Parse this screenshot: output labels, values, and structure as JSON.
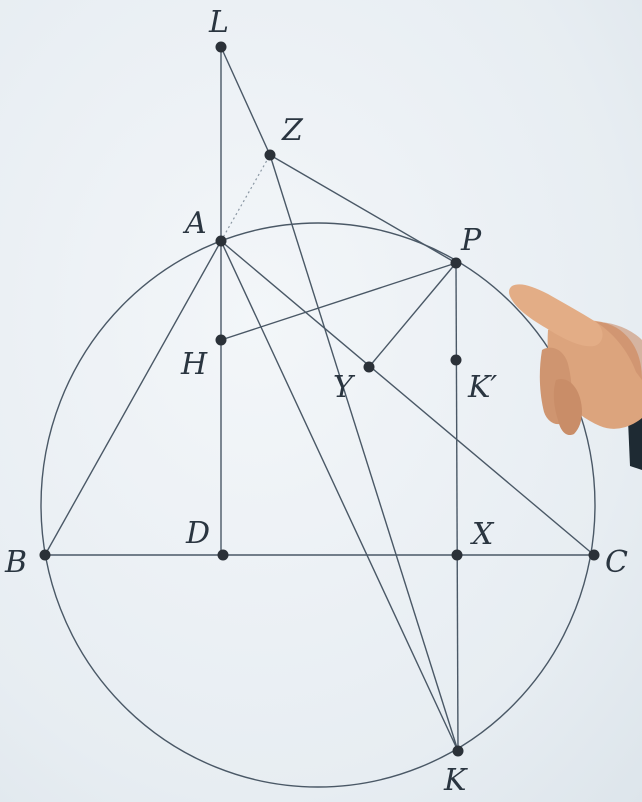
{
  "figure": {
    "points": {
      "L": "L",
      "Z": "Z",
      "A": "A",
      "P": "P",
      "H": "H",
      "Y": "Y",
      "K_prime": "K′",
      "B": "B",
      "D": "D",
      "X": "X",
      "C": "C",
      "K": "K"
    }
  },
  "colors": {
    "background": "#e9eff3",
    "line": "#4a5866",
    "point": "#2b3138",
    "label": "#2a3540",
    "skin": "#e0a77f"
  }
}
